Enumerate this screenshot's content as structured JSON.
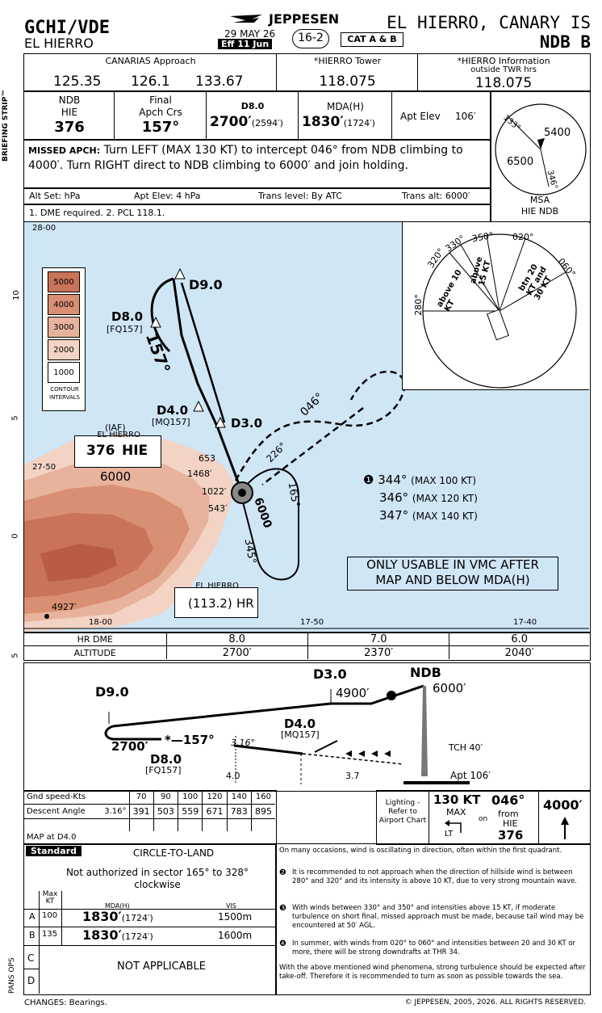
{
  "header": {
    "icao": "GCHI/VDE",
    "airport": "EL HIERRO",
    "date": "29 MAY 26",
    "eff": "Eff 11 Jun",
    "page": "16-2",
    "cat": "CAT A & B",
    "brand": "JEPPESEN",
    "location": "EL HIERRO, CANARY IS",
    "procedure": "NDB B"
  },
  "comm": {
    "approach_label": "CANARIAS Approach",
    "approach_freqs": [
      "125.35",
      "126.1",
      "133.67"
    ],
    "tower_label": "*HIERRO Tower",
    "tower_freq": "118.075",
    "info_label": "*HIERRO Information",
    "info_sub": "outside TWR hrs",
    "info_freq": "118.075"
  },
  "briefing": {
    "strip_label": "BRIEFING STRIP™",
    "ndb_label": "NDB",
    "ndb_ident": "HIE",
    "ndb_freq": "376",
    "crs_label1": "Final",
    "crs_label2": "Apch Crs",
    "crs_value": "157°",
    "fix_label": "D8.0",
    "fix_alt": "2700′",
    "fix_alt_h": "(2594′)",
    "mda_label": "MDA(H)",
    "mda_alt": "1830′",
    "mda_h": "(1724′)",
    "elev_label": "Apt Elev",
    "elev_value": "106′",
    "missed_label": "MISSED APCH:",
    "missed_text": "Turn LEFT (MAX 130 KT) to intercept 046° from NDB climbing to 4000′. Turn RIGHT direct to NDB climbing to 6000′ and join holding.",
    "altset": "Alt Set: hPa",
    "aptelev_hpa": "Apt Elev: 4 hPa",
    "trans_level": "Trans level: By ATC",
    "trans_alt": "Trans alt: 6000′",
    "notes": "1. DME required. 2. PCL 118.1."
  },
  "msa": {
    "b1": "133°",
    "b2": "346°",
    "alt1": "5400",
    "alt2": "6500",
    "label1": "MSA",
    "label2": "HIE NDB"
  },
  "plan": {
    "lat_top": "28-00",
    "lat_mid": "27-50",
    "lon_left": "18-00",
    "lon_mid": "17-50",
    "lon_right": "17-40",
    "scale_10": "10",
    "scale_5": "5",
    "scale_0": "0",
    "scale_5b": "5",
    "contour": [
      "5000",
      "4000",
      "3000",
      "2000",
      "1000"
    ],
    "contour_label1": "CONTOUR",
    "contour_label2": "INTERVALS",
    "d9": "D9.0",
    "d8": "D8.0",
    "d8_sub": "[FQ157]",
    "crs": "157°",
    "d4": "D4.0",
    "d4_sub": "[MQ157]",
    "d3": "D3.0",
    "iaf": "(IAF)",
    "ndb_name": "EL HIERRO",
    "ndb_freq": "376",
    "ndb_ident": "HIE",
    "hold_alt": "6000",
    "spot_653": "653",
    "spot_1468": "1468′",
    "spot_1022": "1022′",
    "spot_543": "543′",
    "spot_4927": "4927′",
    "inbound_046": "046°",
    "out_226": "226°",
    "hold_165": "165°",
    "hold_345": "345°",
    "hold_6000": "6000",
    "vor_name": "EL HIERRO",
    "vor_freq": "113.2",
    "vor_ident": "HR",
    "speed_note1_num": "❶",
    "speed_note1": "344°",
    "speed_note1_b": "(MAX 100 KT)",
    "speed_note2": "346°",
    "speed_note2_b": "(MAX 120 KT)",
    "speed_note3": "347°",
    "speed_note3_b": "(MAX 140 KT)",
    "vmc1": "ONLY USABLE IN VMC AFTER",
    "vmc2": "MAP AND BELOW MDA(H)"
  },
  "wind": {
    "b280": "280°",
    "b320": "320°",
    "b330": "330°",
    "b350": "350°",
    "b020": "020°",
    "b060": "060°",
    "s1": "above 10 KT",
    "s2": "above 15 KT",
    "s3": "btn 20 KT and 30 KT"
  },
  "dme_table": {
    "h1": "HR DME",
    "h2": "ALTITUDE",
    "dme": [
      "8.0",
      "7.0",
      "6.0"
    ],
    "alt": [
      "2700′",
      "2370′",
      "2040′"
    ]
  },
  "profile": {
    "d9": "D9.0",
    "d3": "D3.0",
    "ndb": "NDB",
    "alt_4900": "4900′",
    "alt_6000": "6000′",
    "alt_2700": "2700′",
    "crs": "157°",
    "angle": "3.16°",
    "d4": "D4.0",
    "d4_sub": "[MQ157]",
    "d8": "D8.0",
    "d8_sub": "[FQ157]",
    "tch": "TCH 40′",
    "dist1": "4.0",
    "dist2": "3.7",
    "apt": "Apt 106′"
  },
  "gs_table": {
    "h1": "Gnd speed-Kts",
    "h2": "Descent Angle",
    "angle": "3.16°",
    "speeds": [
      "70",
      "90",
      "100",
      "120",
      "140",
      "160"
    ],
    "rates": [
      "391",
      "503",
      "559",
      "671",
      "783",
      "895"
    ],
    "map": "MAP at D4.0"
  },
  "missed_icons": {
    "lighting": "Lighting - Refer to Airport Chart",
    "kt": "130 KT",
    "max": "MAX",
    "lt": "LT",
    "on": "on",
    "crs": "046°",
    "from": "from",
    "ident": "HIE",
    "freq": "376",
    "alt": "4000′"
  },
  "minimums": {
    "standard": "Standard",
    "ctl": "CIRCLE-TO-LAND",
    "not_auth": "Not authorized in sector 165° to 328° clockwise",
    "max_kt": "Max KT",
    "mda_h": "MDA(H)",
    "vis": "VIS",
    "rows": [
      {
        "cat": "A",
        "kt": "100",
        "mda": "1830′",
        "h": "(1724′)",
        "vis": "1500m"
      },
      {
        "cat": "B",
        "kt": "135",
        "mda": "1830′",
        "h": "(1724′)",
        "vis": "1600m"
      }
    ],
    "cat_c": "C",
    "cat_d": "D",
    "na": "NOT APPLICABLE",
    "pans": "PANS OPS"
  },
  "notes": {
    "intro": "On many occasions, wind is oscillating in direction, often within the first quadrant.",
    "n2": "It is recommended to not approach when the direction of hillside wind is between 280° and 320° and its intensity is above 10 KT, due to very strong mountain wave.",
    "n3": "With winds between 330° and 350° and intensities above 15 KT, if moderate turbulence on short final, missed approach must be made, because tail wind may be encountered at 50′ AGL.",
    "n4": "In summer, with winds from 020° to 060° and intensities between 20 and 30 KT or more, there will be strong downdrafts at THR 34.",
    "outro": "With the above mentioned wind phenomena, strong turbulence should be expected after take-off. Therefore it is recommended to turn as soon as possible towards the sea."
  },
  "footer": {
    "changes": "CHANGES:  Bearings.",
    "copy": "© JEPPESEN, 2005, 2026. ALL RIGHTS RESERVED."
  },
  "colors": {
    "sea": "#cfe6f5",
    "terrain1": "#f3d3c4",
    "terrain2": "#e8b39c",
    "terrain3": "#d98f73",
    "terrain4": "#c97358",
    "terrain5": "#b85c43"
  }
}
